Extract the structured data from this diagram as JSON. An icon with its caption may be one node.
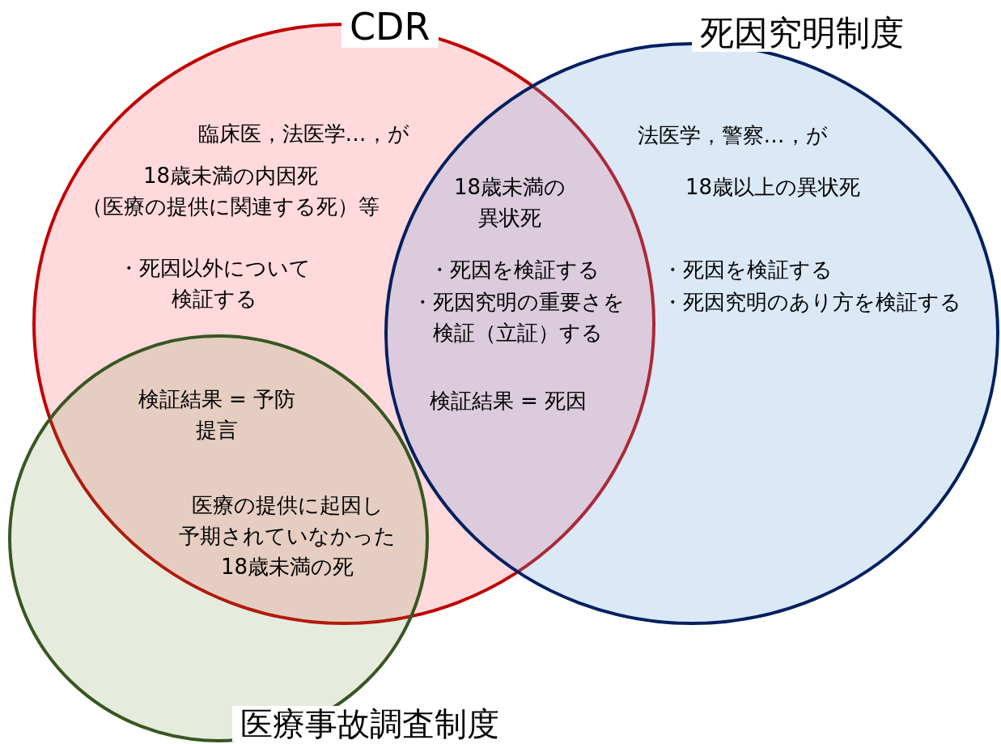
{
  "diagram": {
    "nodes": [
      {
        "text": [
          "CDR"
        ]
      },
      {
        "text": [
          "死因究明制度"
        ]
      },
      {
        "text": [
          "医療事故調査制度"
        ]
      }
    ],
    "labels": [
      "臨床医，法医学…，が",
      "18歳未満の内因死（医療の提供に関連する死）等",
      "・死因以外について検証する",
      "18歳未満の異状死",
      "・死因を検証する",
      "・死因究明の重要さを検証（立証）する",
      "検証結果 = 死因",
      "法医学，警察…，が",
      "18歳以上の異状死",
      "・死因を検証する",
      "・死因究明のあり方を検証する",
      "検証結果 = 予防提言",
      "医療の提供に起因し予期されていなかった18歳未満の死"
    ]
  }
}
